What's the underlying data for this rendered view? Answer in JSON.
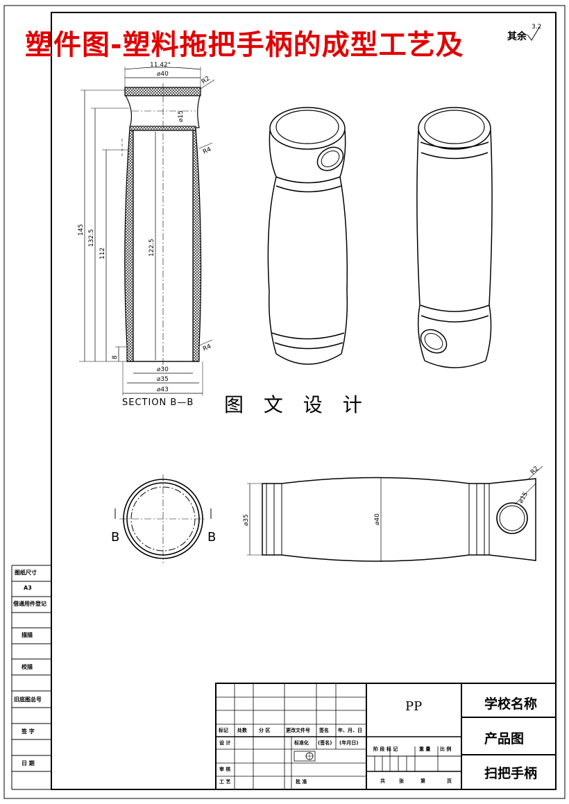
{
  "title": "塑件图-塑料拖把手柄的成型工艺及",
  "corner_note": "其余",
  "roughness": "3.2",
  "section_label": "SECTION B—B",
  "design_label": "图 文 设 计",
  "section_marks": [
    "B",
    "B"
  ],
  "dims": {
    "taper": "11.42°",
    "d40_top": "⌀40",
    "r2_top": "R2",
    "d15": "⌀15",
    "r4_top": "R4",
    "r4_bot": "R4",
    "l145": "145",
    "l132": "132.5",
    "l112": "112",
    "l122": "122.5",
    "l8": "8",
    "d30": "⌀30",
    "d35": "⌀35",
    "d43": "⌀43",
    "side_d35": "⌀35",
    "side_d40": "⌀40",
    "side_d15": "⌀15",
    "side_r2": "R2"
  },
  "left_column": [
    "图纸尺寸",
    "A3",
    "借通用件登记",
    "描描",
    "校描",
    "旧底图总号",
    "签 字",
    "日 期"
  ],
  "title_block": {
    "material": "PP",
    "school": "学校名称",
    "drawing_type": "产品图",
    "part_name": "扫把手柄",
    "header_cols": [
      "标记",
      "处数",
      "分 区",
      "更改文件号",
      "签名",
      "年、月、日"
    ],
    "row_design": [
      "设 计",
      "标准化",
      "(签名)",
      "(年月日)"
    ],
    "stage_cols": [
      "阶 段 标 记",
      "重 量",
      "比 例"
    ],
    "row_review": "审 核",
    "row_process": "工 艺",
    "approve": "批 准",
    "sheet_info": [
      "共",
      "张",
      "第",
      "页"
    ]
  }
}
